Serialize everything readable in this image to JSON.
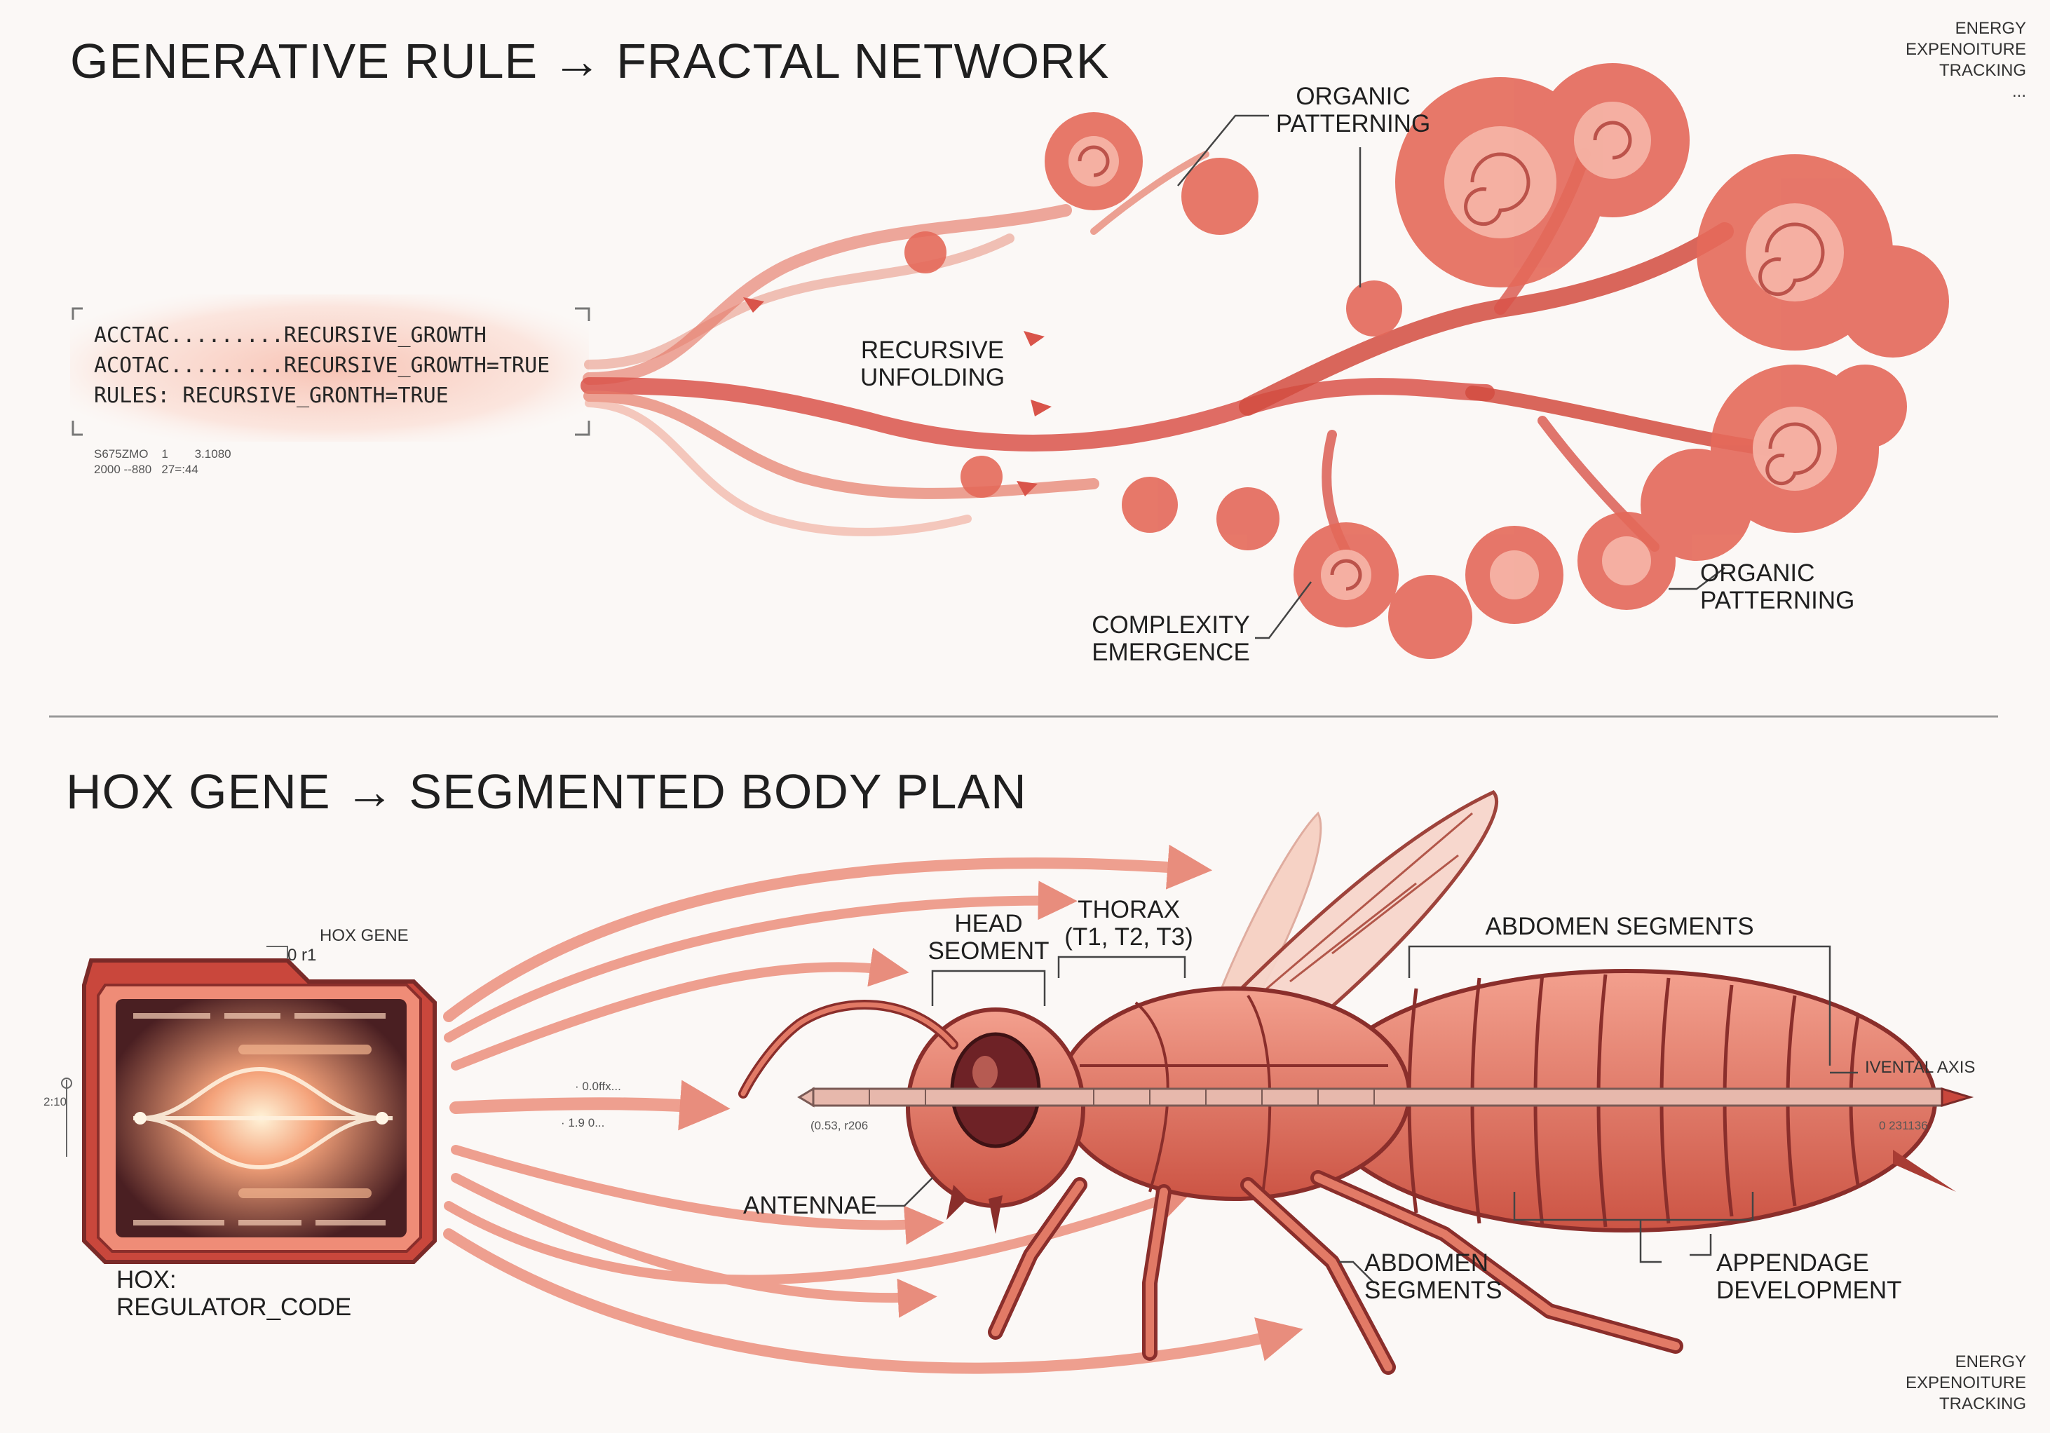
{
  "colors": {
    "primary": "#d9544a",
    "dark": "#8a2e2b",
    "light": "#f2a89c",
    "glow": "#fbd4c8",
    "background": "#fbf8f6"
  },
  "top_panel": {
    "title": "GENERATIVE RULE → FRACTAL NETWORK",
    "code_lines": [
      "ACCTAC.........RECURSIVE_GROWTH",
      "ACOTAC.........RECURSIVE_GROWTH=TRUE",
      "RULES: RECURSIVE_GRONTH=TRUE"
    ],
    "code_footer": [
      "S675ZMO    1        3.1080",
      "2000 --880   27=:44"
    ],
    "labels": {
      "recursive_unfolding": "RECURSIVE\nUNFOLDING",
      "organic_patterning_top": "ORGANIC\nPATTERNING",
      "organic_patterning_right": "ORGANIC\nPATTERNING",
      "complexity_emergence": "COMPLEXITY\nEMERGENCE"
    },
    "corner_note": "ENERGY\nEXPENOITURE\nTRACKING\n..."
  },
  "bottom_panel": {
    "title": "HOX GENE → SEGMENTED BODY PLAN",
    "chip_label_top": "HOX GENE",
    "chip_small_top": "0 r1",
    "chip_side": "2:10",
    "chip_caption": "HOX:\nREGULATOR_CODE",
    "labels": {
      "head_segment": "HEAD\nSEOMENT",
      "thorax": "THORAX\n(T1, T2, T3)",
      "abdomen_segments_top": "ABDOMEN SEGMENTS",
      "antennae": "ANTENNAE",
      "abdomen_segments_bottom": "ABDOMEN\nSEGMENTS",
      "appendage_development": "APPENDAGE\nDEVELOPMENT",
      "axis": "IVENTAL AXIS"
    },
    "axis_left_value": "(0.53, r206",
    "axis_right_value": "0 231136",
    "arrow_notes": [
      "· 0.0ffx...",
      "· 1.9 0..."
    ],
    "corner_note": "ENERGY\nEXPENOITURE\nTRACKING"
  }
}
